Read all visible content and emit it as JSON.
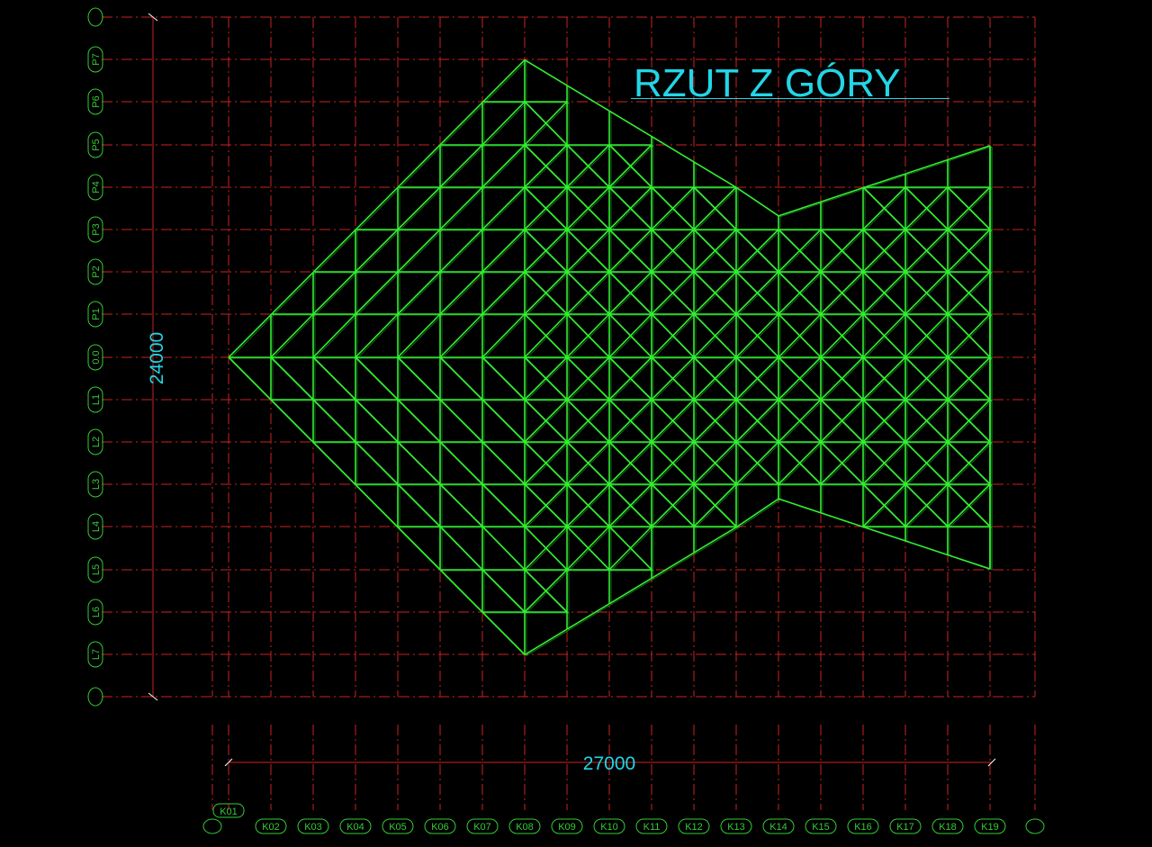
{
  "drawing": {
    "title": "RZUT Z GÓRY",
    "dim_vertical": "24000",
    "dim_horizontal": "27000"
  },
  "axes": {
    "columns": [
      "K01",
      "K02",
      "K03",
      "K04",
      "K05",
      "K06",
      "K07",
      "K08",
      "K09",
      "K10",
      "K11",
      "K12",
      "K13",
      "K14",
      "K15",
      "K16",
      "K17",
      "K18",
      "K19"
    ],
    "rows": [
      "P7",
      "P6",
      "P5",
      "P4",
      "P3",
      "P2",
      "P1",
      "0.0",
      "L1",
      "L2",
      "L3",
      "L4",
      "L5",
      "L6",
      "L7"
    ]
  },
  "colors": {
    "background": "#000000",
    "grid": "#cc2222",
    "structure": "#33ee33",
    "dimension": "#22d6e6",
    "dimension_line": "#cc2222",
    "axis_bubble": "#33cc33"
  }
}
